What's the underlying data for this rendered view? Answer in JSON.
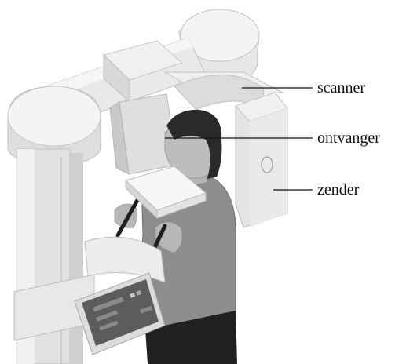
{
  "labels": {
    "scanner": "scanner",
    "receiver": "ontvanger",
    "transmitter": "zender"
  },
  "palette": {
    "device_light": "#ececec",
    "device_mid": "#d7d7d7",
    "device_dark": "#bdbdbd",
    "skin": "#b9b9b9",
    "hair": "#2b2b2b",
    "shirt": "#8c8c8c",
    "pants": "#1f1f1f",
    "screen": "#5a5a5a"
  },
  "icons": [
    "dental-xray-machine-illustration",
    "patient-figure"
  ]
}
